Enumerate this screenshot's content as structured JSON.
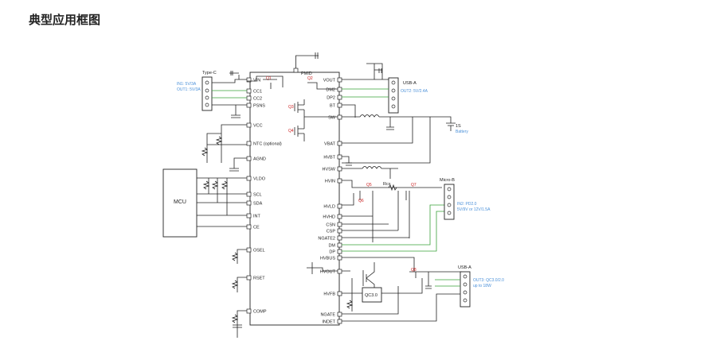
{
  "title": "典型应用框图",
  "ic": {
    "left_pins": [
      "VIN",
      "CC1",
      "CC2",
      "PSNS",
      "VCC",
      "NTC (optional)",
      "AGND",
      "VLDO",
      "SCL",
      "SDA",
      "INT",
      "CE",
      "OSEL",
      "RSET",
      "COMP"
    ],
    "right_pins": [
      "VOUT",
      "DM2",
      "DP2",
      "BT",
      "SW",
      "VBAT",
      "HVBT",
      "HVSW",
      "HVIN",
      "HVLD",
      "HVHD",
      "CSN",
      "CSP",
      "NGATE2",
      "DM",
      "DP",
      "HVBUS",
      "HVOUT",
      "HVFB",
      "NGATE",
      "INDET"
    ],
    "top_pin": "PMID"
  },
  "mcu_label": "MCU",
  "qc_label": "QC3.0",
  "connectors": {
    "typec": {
      "name": "Type-C",
      "desc_line1": "IN1: 5V/3A",
      "desc_line2": "OUT1: 5V/3A"
    },
    "usba_top": {
      "name": "USB-A",
      "desc": "OUT2: 5V/2.4A"
    },
    "battery": {
      "name": "1S",
      "desc": "Battery"
    },
    "microb": {
      "name": "Micro-B",
      "desc_line1": "IN2: PD2.0",
      "desc_line2": "5V/9V or 12V/1.5A"
    },
    "usba_bottom": {
      "name": "USB-A",
      "desc_line1": "OUT3: QC3.0/2.0",
      "desc_line2": "up to 18W"
    }
  },
  "transistors": {
    "q1": "Q1",
    "q2": "Q2",
    "q3": "Q3",
    "q4": "Q4",
    "q5": "Q5",
    "q6": "Q6",
    "q7": "Q7",
    "q8": "Q8"
  },
  "rcs_label": "Rcs",
  "colors": {
    "wire": "#222222",
    "signal_green": "#3aa13a",
    "ref_red": "#cc2222",
    "note_blue": "#4a90d9"
  }
}
